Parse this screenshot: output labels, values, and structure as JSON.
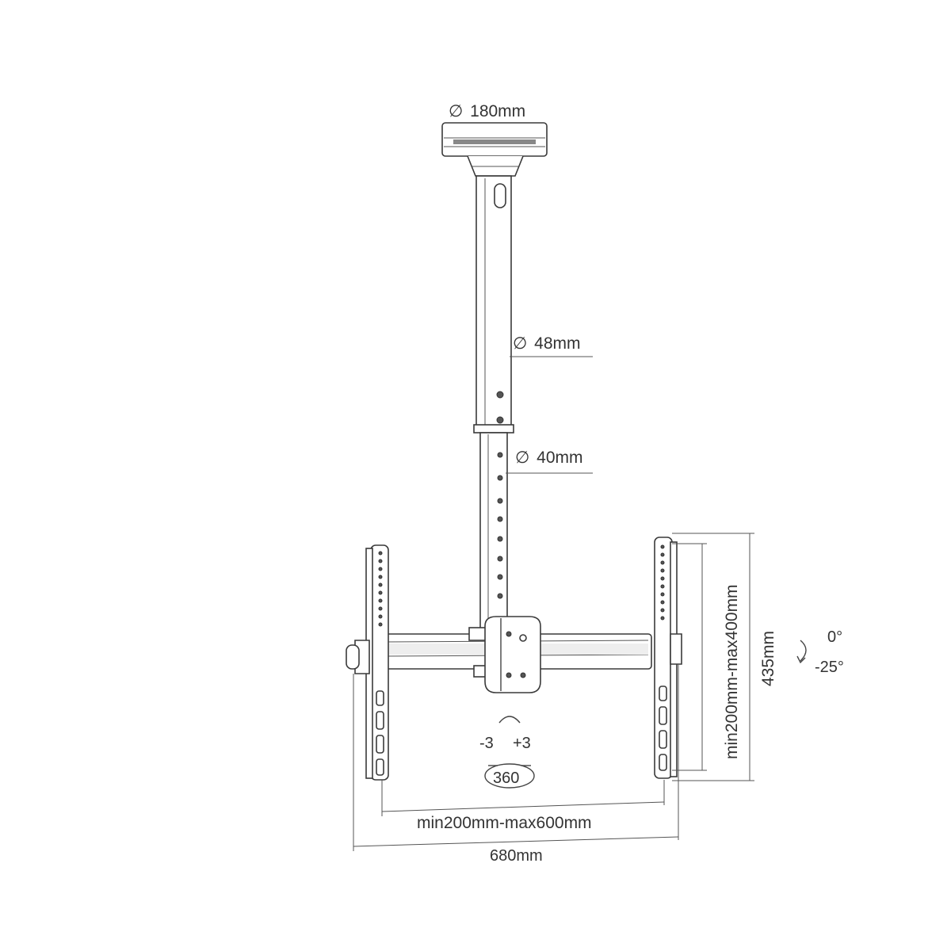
{
  "dimensions": {
    "plate_diameter": "180mm",
    "outer_tube_diameter": "48mm",
    "inner_tube_diameter": "40mm",
    "bracket_height": "min200mm-max400mm",
    "overall_height": "435mm",
    "bracket_spacing": "min200mm-max600mm",
    "overall_width": "680mm"
  },
  "tilt": {
    "top": "0°",
    "bottom": "-25°"
  },
  "swivel": {
    "left": "-3",
    "right": "+3",
    "rotation": "360"
  },
  "symbols": {
    "diameter": "∅"
  }
}
